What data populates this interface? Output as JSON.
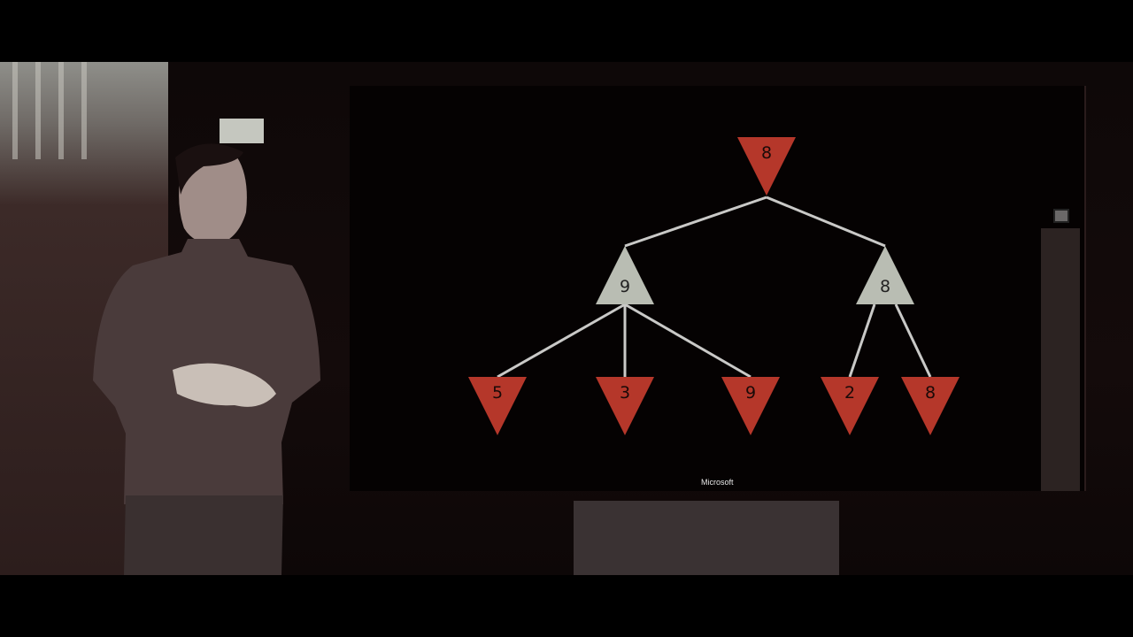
{
  "scene": {
    "screen_logo": "Microsoft"
  },
  "tree": {
    "edge_color": "#c9c9c7",
    "max_color": "#b5372a",
    "min_color": "#b9bdb3",
    "root": {
      "value": "8",
      "kind": "max"
    },
    "level1": [
      {
        "value": "9",
        "kind": "min"
      },
      {
        "value": "8",
        "kind": "min"
      }
    ],
    "leaves": [
      {
        "value": "5",
        "kind": "max",
        "parent": 0
      },
      {
        "value": "3",
        "kind": "max",
        "parent": 0
      },
      {
        "value": "9",
        "kind": "max",
        "parent": 0
      },
      {
        "value": "2",
        "kind": "max",
        "parent": 1
      },
      {
        "value": "8",
        "kind": "max",
        "parent": 1
      }
    ]
  }
}
